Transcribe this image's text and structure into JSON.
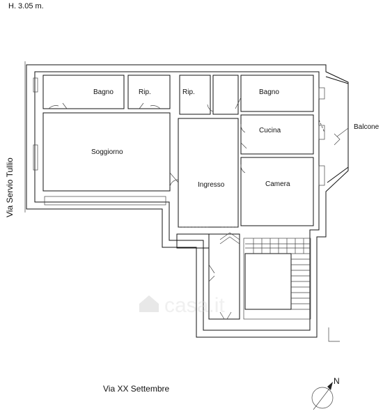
{
  "height_note": "H. 3.05 m.",
  "rooms": {
    "bagno_left": "Bagno",
    "rip_left": "Rip.",
    "rip_right": "Rip.",
    "bagno_right": "Bagno",
    "cucina": "Cucina",
    "soggiorno": "Soggiorno",
    "ingresso": "Ingresso",
    "camera": "Camera",
    "balcone": "Balcone"
  },
  "streets": {
    "west": "Via Servio Tullio",
    "south": "Via XX Settembre"
  },
  "compass": {
    "north_label": "N"
  },
  "watermark": "casa.it",
  "icons": {
    "compass": "north-arrow-icon",
    "watermark": "house-logo-icon"
  }
}
